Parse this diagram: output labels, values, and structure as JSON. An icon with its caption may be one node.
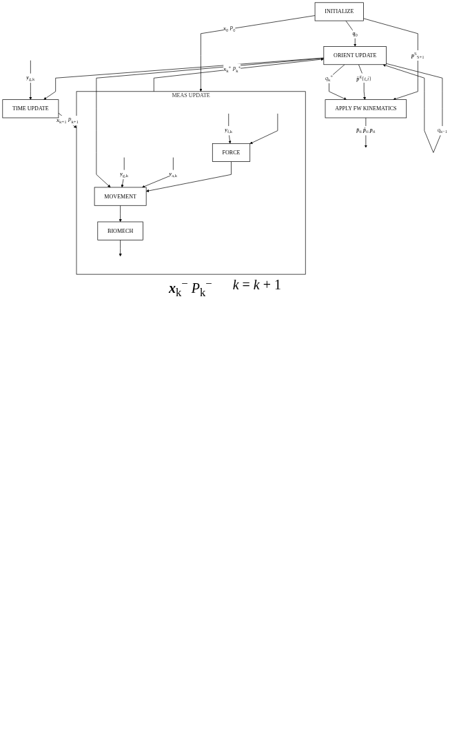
{
  "diagram": {
    "nodes": [
      {
        "text": [
          "INITIALIZE"
        ]
      },
      {
        "text": [
          "MEAS UPDATE"
        ]
      },
      {
        "text": [
          "FORCE"
        ],
        "in": 1
      },
      {
        "text": [
          "MOVEMENT"
        ],
        "in": 1
      },
      {
        "text": [
          "BIOMECH"
        ],
        "in": 1
      },
      {
        "text": [
          "ORIENT UPDATE"
        ]
      },
      {
        "text": [
          "TIME UPDATE"
        ]
      },
      {
        "text": [
          "APPLY FW KINEMATICS"
        ]
      }
    ],
    "edges": [
      {
        "from": 0,
        "to": 5,
        "arrow": "to",
        "label": "**q**$_{0}$"
      },
      {
        "from": 0,
        "to": 1,
        "arrow": "to",
        "label": "**x**$_{0}$ *P*$_{0}$"
      },
      {
        "from": 0,
        "to": 7,
        "arrow": "to",
        "label": "**p**$^{S}$$_{S+1}$"
      },
      {
        "from": null,
        "to": 2,
        "arrow": "to"
      },
      {
        "from": null,
        "to": 2,
        "arrow": "to",
        "label": "**y**$_{f,k}$"
      },
      {
        "from": 2,
        "to": 3,
        "arrow": "to"
      },
      {
        "from": null,
        "to": 3,
        "arrow": "to",
        "label": "**y**$_{a,k}$"
      },
      {
        "from": null,
        "to": 3,
        "arrow": "to",
        "label": "**y**$_{g,k}$"
      },
      {
        "from": 3,
        "to": 4,
        "arrow": "to"
      },
      {
        "from": 4,
        "to": null,
        "arrow": "to"
      },
      {
        "from": 1,
        "to": 5,
        "arrow": "to",
        "label": "**x**$_{k}$$^{+}$ *P*$_{k}$$^{+}$"
      },
      {
        "from": 5,
        "to": 7,
        "arrow": "to",
        "label": "**p̈**$^{g}${*t*,*i*}"
      },
      {
        "from": 5,
        "to": 7,
        "arrow": "to",
        "label": "*q*$_{k}$$^{+}$"
      },
      {
        "from": 5,
        "to": 3,
        "arrow": "to"
      },
      {
        "from": 5,
        "to": 5,
        "arrow": "to",
        "label": "*q*$_{k−1}$"
      },
      {
        "from": 5,
        "to": 6,
        "arrow": "to"
      },
      {
        "from": null,
        "to": 6,
        "arrow": "to",
        "label": "**y**$_{g,k}$"
      },
      {
        "from": 7,
        "to": null,
        "arrow": "to",
        "label": "**p̈**$_{ti}$ **ṗ**$_{ti}$ **p**$_{ti}$"
      },
      {
        "from": 6,
        "to": 1,
        "arrow": "to",
        "label": "**x**$_{k+1}$ *P*$_{k+1}$"
      }
    ],
    "labels": [
      "**x**$_{k}$$^{−}$ *P*$_{k}$$^{−}$",
      "*k* = *k* + 1"
    ]
  }
}
